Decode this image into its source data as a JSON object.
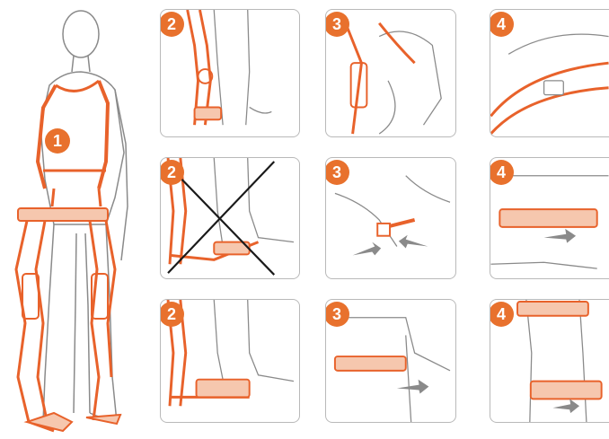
{
  "colors": {
    "accent": "#e8622b",
    "badge": "#e8712d",
    "line": "#8a8a8a",
    "cross": "#1a1a1a",
    "pad": "#f6c7ae"
  },
  "steps": {
    "main": "1",
    "p_r1c1": "2",
    "p_r1c2": "3",
    "p_r1c3": "4",
    "p_r2c1": "2",
    "p_r2c2": "3",
    "p_r2c3": "4",
    "p_r3c1": "2",
    "p_r3c2": "3",
    "p_r3c3": "4"
  }
}
